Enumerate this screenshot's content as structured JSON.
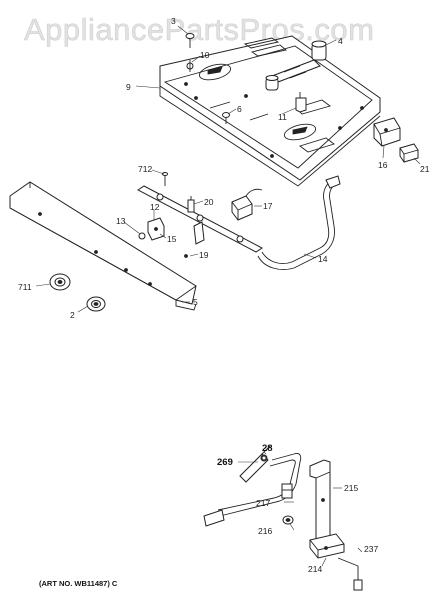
{
  "watermark": "AppliancePartsPros.com",
  "callouts": {
    "p3": "3",
    "p4": "4",
    "p10": "10",
    "p9": "9",
    "p6": "6",
    "p11": "11",
    "p16": "16",
    "p21": "21",
    "p712": "712",
    "p20": "20",
    "p17": "17",
    "p12": "12",
    "p13": "13",
    "p15": "15",
    "p19": "19",
    "p14": "14",
    "p711": "711",
    "p2": "2",
    "p5": "5",
    "p28": "28",
    "p269": "269",
    "p215": "215",
    "p217": "217",
    "p216": "216",
    "p237": "237",
    "p214": "214"
  },
  "art_number": "(ART NO. WB11487) C"
}
